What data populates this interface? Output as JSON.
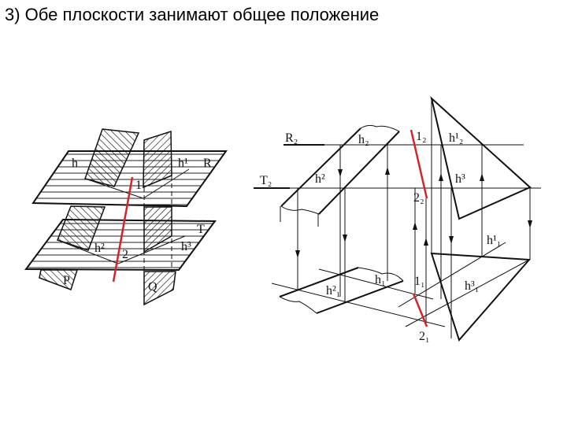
{
  "slide": {
    "title": "3) Обе плоскости занимают общее положение"
  },
  "colors": {
    "line": "#111111",
    "red_line": "#d4242a",
    "background": "#ffffff"
  },
  "left_figure": {
    "labels": {
      "h_R": "h",
      "h1_R": "h¹",
      "plane_R": "R",
      "point_1": "1",
      "plane_T": "T",
      "h2_T": "h²",
      "point_2": "2",
      "h3_T": "h³",
      "plane_P": "P",
      "plane_Q": "Q"
    }
  },
  "right_figure": {
    "labels": {
      "R2": "R₂",
      "T2": "T₂",
      "h2": "h₂",
      "h2_sup": "h²",
      "l2": "1₂",
      "h_1_2": "h¹₂",
      "h3": "h³",
      "p2_2": "2₂",
      "h1_1": "h¹₁",
      "h1": "h₁",
      "h2_1": "h²₁",
      "l1": "1₁",
      "h3_1": "h³₁",
      "p2_1": "2₁"
    }
  }
}
